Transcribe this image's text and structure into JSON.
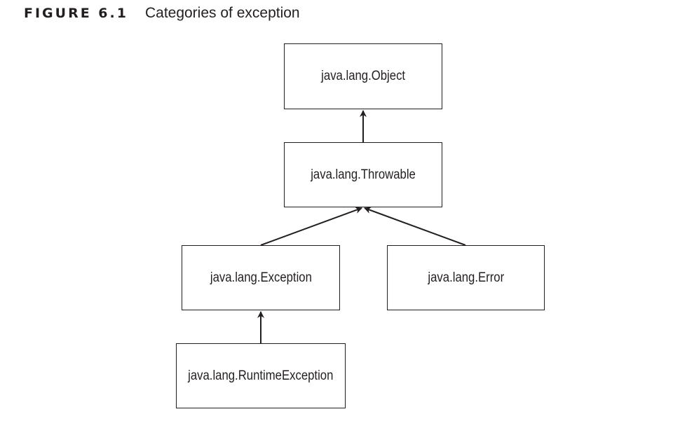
{
  "figure": {
    "label": "FIGURE 6.1",
    "title": "Categories of exception"
  },
  "nodes": {
    "object": "java.lang.Object",
    "throwable": "java.lang.Throwable",
    "exception": "java.lang.Exception",
    "error": "java.lang.Error",
    "runtime_exception": "java.lang.RuntimeException"
  },
  "edges": [
    {
      "from": "throwable",
      "to": "object"
    },
    {
      "from": "exception",
      "to": "throwable"
    },
    {
      "from": "error",
      "to": "throwable"
    },
    {
      "from": "runtime_exception",
      "to": "exception"
    }
  ],
  "colors": {
    "ink": "#231f20",
    "background": "#ffffff"
  }
}
